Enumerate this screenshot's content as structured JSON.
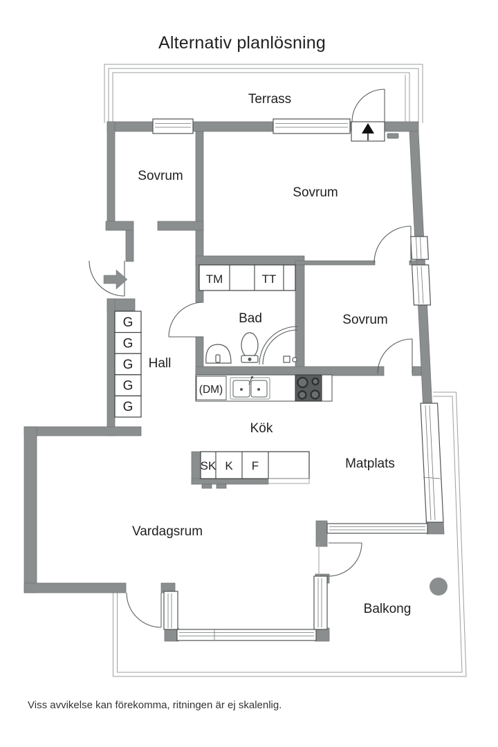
{
  "title": "Alternativ planlösning",
  "disclaimer": "Viss avvikelse kan förekomma, ritningen är ej skalenlig.",
  "rooms": {
    "terrace": "Terrass",
    "bedroom_top_left": "Sovrum",
    "bedroom_top": "Sovrum",
    "bedroom_right": "Sovrum",
    "bathroom": "Bad",
    "hall": "Hall",
    "kitchen": "Kök",
    "dining": "Matplats",
    "living_room": "Vardagsrum",
    "balcony": "Balkong"
  },
  "appliances": {
    "washing_machine": "TM",
    "tumble_dryer": "TT",
    "dishwasher": "(DM)",
    "tall_cabinet": "SK",
    "fridge": "K",
    "freezer": "F"
  },
  "closets": [
    "G",
    "G",
    "G",
    "G",
    "G"
  ],
  "colors": {
    "wall": "#8b8e8f",
    "line": "#55595a",
    "text": "#1f1f1f"
  }
}
